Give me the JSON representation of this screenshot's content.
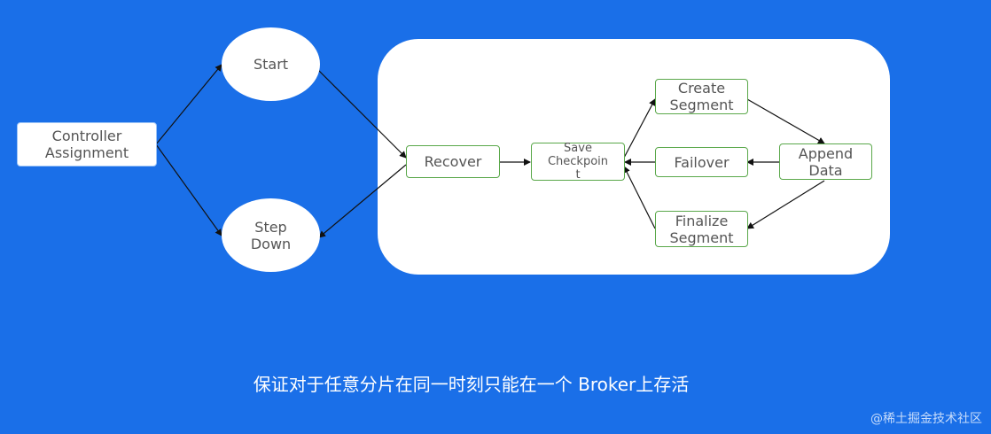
{
  "nodes": {
    "controller_assignment": "Controller\nAssignment",
    "start": "Start",
    "step_down": "Step\nDown",
    "recover": "Recover",
    "save_checkpoint": "Save\nCheckpoin\nt",
    "create_segment": "Create\nSegment",
    "failover": "Failover",
    "finalize_segment": "Finalize\nSegment",
    "append_data": "Append\nData"
  },
  "caption": "保证对于任意分片在同一时刻只能在一个 Broker上存活",
  "watermark": "@稀土掘金技术社区",
  "colors": {
    "background": "#1a6fe8",
    "node_border": "#5aa84a",
    "panel": "#ffffff",
    "arrow": "#111111"
  }
}
